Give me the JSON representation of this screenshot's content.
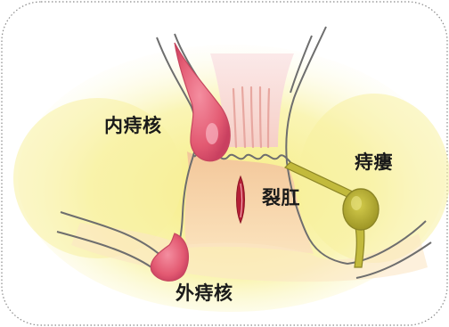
{
  "diagram": {
    "labels": {
      "internal_hemorrhoid": "内痔核",
      "anal_fissure": "裂肛",
      "anal_fistula": "痔瘻",
      "external_hemorrhoid": "外痔核"
    }
  },
  "colors": {
    "background_glow": "#f6ec7d",
    "tissue": "#f7d6a6",
    "hemorrhoid": "#e55a72",
    "fistula": "#b8b035",
    "fissure": "#b51f36",
    "outline": "#6e6e6e",
    "frame_dots": "#8a8a8a"
  },
  "icons": {
    "frame": "rounded-dotted-frame"
  }
}
